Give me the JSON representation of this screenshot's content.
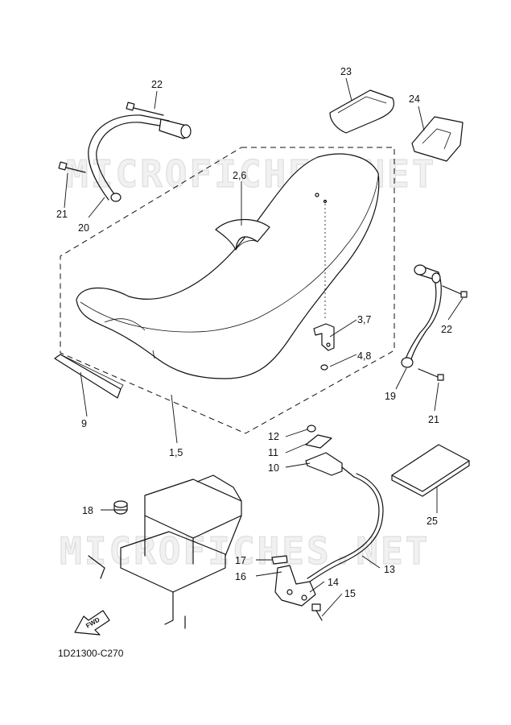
{
  "watermark": "MICROFICHES.NET",
  "diagram_code": "1D21300-C270",
  "fwd_label": "FWD",
  "callouts": {
    "c22a": "22",
    "c21a": "21",
    "c20": "20",
    "c23": "23",
    "c24": "24",
    "c26": "2,6",
    "c37": "3,7",
    "c48": "4,8",
    "c22b": "22",
    "c19": "19",
    "c21b": "21",
    "c9": "9",
    "c15": "1,5",
    "c12": "12",
    "c11": "11",
    "c10": "10",
    "c25": "25",
    "c18": "18",
    "c17": "17",
    "c16": "16",
    "c14": "14",
    "c13": "13",
    "c15b": "15"
  }
}
